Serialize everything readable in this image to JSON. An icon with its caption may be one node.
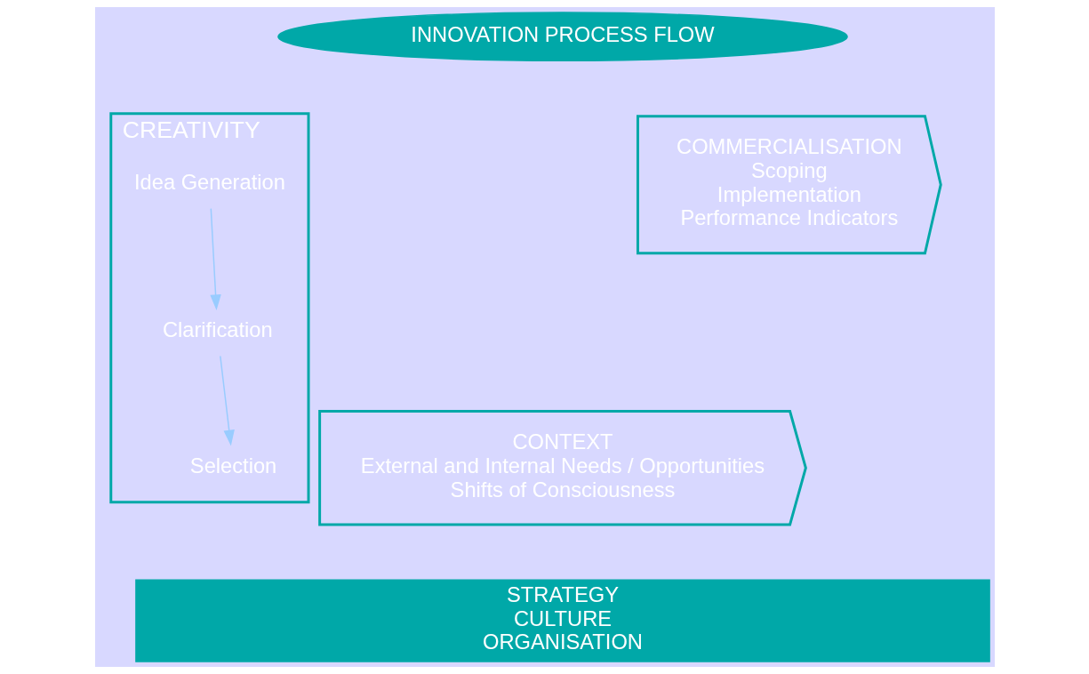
{
  "diagram": {
    "nodes": [
      {
        "text": [
          "INNOVATION PROCESS FLOW"
        ]
      },
      {
        "text": [
          "CONTEXT",
          "External and Internal Needs / Opportunities",
          "Shifts of Consciousness"
        ]
      },
      {
        "text": [
          "CREATIVITY"
        ]
      },
      {
        "text": [
          "Idea Generation"
        ],
        "in": 2
      },
      {
        "text": [
          "Clarification"
        ],
        "in": 2
      },
      {
        "text": [
          "Selection"
        ],
        "in": 2
      },
      {
        "text": [
          "COMMERCIALISATION",
          "Scoping",
          "Implementation",
          "Performance Indicators"
        ]
      },
      {
        "text": [
          "STRATEGY",
          "CULTURE",
          "ORGANISATION"
        ]
      }
    ],
    "edges": [
      {
        "from": 3,
        "to": 4,
        "arrow": "to",
        "color": "#99ccff"
      },
      {
        "from": 4,
        "to": 5,
        "arrow": "to",
        "color": "#99ccff"
      }
    ]
  }
}
